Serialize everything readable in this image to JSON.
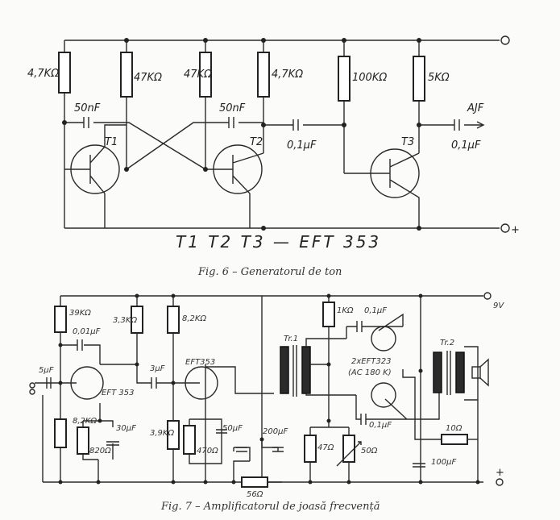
{
  "fig6": {
    "resistors": [
      "4,7KΩ",
      "47KΩ",
      "47KΩ",
      "4,7KΩ",
      "100KΩ",
      "5KΩ"
    ],
    "capacitors": [
      "50nF",
      "50nF",
      "0,1μF",
      "0,1μF"
    ],
    "transistors": [
      "T1",
      "T2",
      "T3"
    ],
    "output_label": "AJF",
    "plus": "+",
    "legend": "T1 T2 T3 — EFT 353",
    "caption": "Fig. 6 – Generatorul de ton"
  },
  "fig7": {
    "r_39k": "39KΩ",
    "c_001": "0,01μF",
    "r_33k": "3,3KΩ",
    "r_82k_top": "8,2KΩ",
    "c_5u": "5μF",
    "q1": "EFT 353",
    "c_3u": "3μF",
    "q2": "EFT353",
    "r_82k_bot": "8,2KΩ",
    "r_820": "820Ω",
    "c_30u": "30μF",
    "r_39k_bot": "3,9KΩ",
    "r_470": "470Ω",
    "c_50u": "50μF",
    "c_200u": "200μF",
    "r_56": "56Ω",
    "tr1": "Tr.1",
    "r_1k": "1KΩ",
    "c_01_top": "0,1μF",
    "push_pull": "2xEFT323",
    "push_pull_alt": "(AC 180 K)",
    "c_01_bot": "0,1μF",
    "r_47": "47Ω",
    "pot_50": "50Ω",
    "tr2": "Tr.2",
    "r_10": "10Ω",
    "c_100u": "100μF",
    "supply": "9V",
    "plus": "+",
    "caption": "Fig. 7 – Amplificatorul de joasă frecvență"
  }
}
